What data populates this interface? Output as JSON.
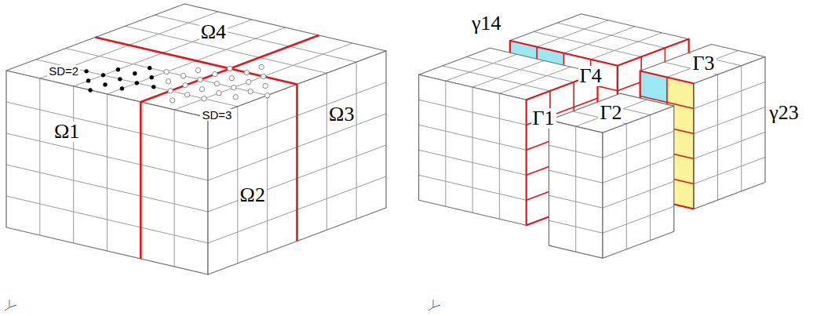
{
  "diagram": {
    "labels": [
      "Ω4",
      "SD=2",
      "SD=3",
      "Ω1",
      "Ω3",
      "Ω2",
      "γ14",
      "Γ4",
      "Γ1",
      "Γ3",
      "Γ2",
      "γ23"
    ]
  }
}
